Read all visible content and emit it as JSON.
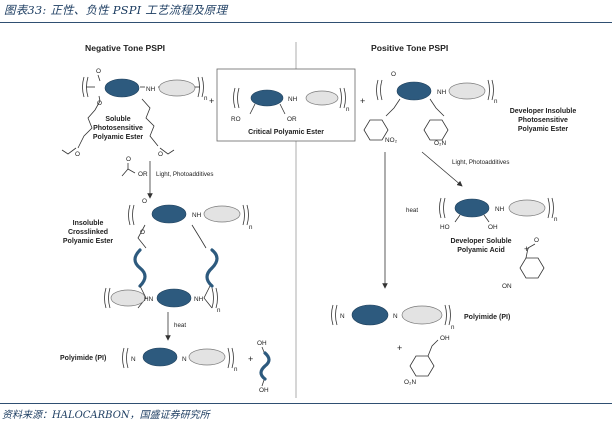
{
  "figure": {
    "title": "图表33: 正性、负性 PSPI 工艺流程及原理",
    "source": "资料来源：HALOCARBON，国盛证券研究所"
  },
  "negative": {
    "header": "Negative Tone PSPI",
    "soluble_label": [
      "Soluble",
      "Photosensitive",
      "Polyamic Ester"
    ],
    "reagent_or": "OR",
    "step1": "Light, Photoadditives",
    "insoluble_label": [
      "Insoluble",
      "Crosslinked",
      "Polyamic Ester"
    ],
    "step2": "heat",
    "polyimide_label": "Polyimide (PI)",
    "byproduct_oh_top": "OH",
    "byproduct_oh_bottom": "OH"
  },
  "center": {
    "label": "Critical Polyamic Ester",
    "ro": "RO",
    "or": "OR"
  },
  "positive": {
    "header": "Positive Tone PSPI",
    "insoluble_label": [
      "Developer Insoluble",
      "Photosensitive",
      "Polyamic Ester"
    ],
    "no2_left": "NO₂",
    "no2_right": "O₂N",
    "step1": "Light, Photoadditives",
    "step_heat": "heat",
    "soluble_label": [
      "Developer Soluble",
      "Polyamic Acid"
    ],
    "ho": "HO",
    "oh": "OH",
    "plus": "+",
    "on": "ON",
    "polyimide_label": "Polyimide (PI)",
    "o2n": "O₂N"
  },
  "atoms": {
    "O": "O",
    "N": "N",
    "H": "H",
    "n": "n",
    "NH": "NH",
    "HN": "HN",
    "plus": "+"
  }
}
